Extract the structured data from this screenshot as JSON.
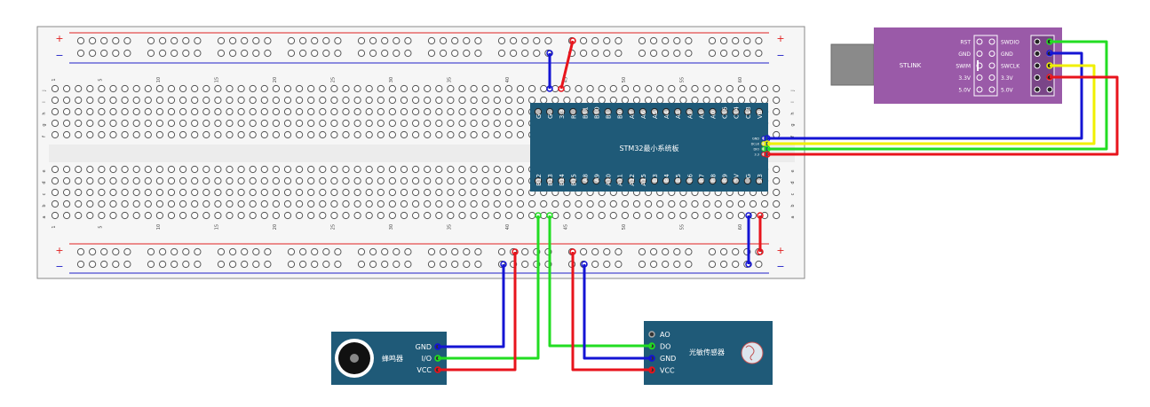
{
  "breadboard": {
    "rail_plus": "+",
    "rail_minus": "−",
    "column_numbers": [
      "1",
      "5",
      "10",
      "15",
      "20",
      "25",
      "30",
      "35",
      "40",
      "45",
      "50",
      "55",
      "60"
    ],
    "top_row_letters": [
      "j",
      "i",
      "h",
      "g",
      "f"
    ],
    "bottom_row_letters": [
      "e",
      "d",
      "c",
      "b",
      "a"
    ]
  },
  "stm32": {
    "title": "STM32最小系统板",
    "top_pins": [
      "G",
      "G",
      "3.3",
      "R",
      "B11",
      "B10",
      "B1",
      "B0",
      "A7",
      "A6",
      "A5",
      "A4",
      "A3",
      "A2",
      "A1",
      "A0",
      "C15",
      "C14",
      "C13",
      "VB"
    ],
    "bottom_pins": [
      "B12",
      "B13",
      "B14",
      "B15",
      "A8",
      "A9",
      "A10",
      "A11",
      "A12",
      "A15",
      "B3",
      "B4",
      "B5",
      "B6",
      "B7",
      "B8",
      "B9",
      "5V",
      "G",
      "3.3"
    ],
    "swd_pins": [
      "GND",
      "DCLK",
      "DIO",
      "3.3"
    ]
  },
  "stlink": {
    "name": "STLINK",
    "left_labels": [
      "RST",
      "GND",
      "SWIM",
      "3.3V",
      "5.0V"
    ],
    "right_labels": [
      "SWDIO",
      "GND",
      "SWCLK",
      "3.3V",
      "5.0V"
    ]
  },
  "buzzer": {
    "name": "蜂鸣器",
    "pins": [
      "GND",
      "I/O",
      "VCC"
    ]
  },
  "light_sensor": {
    "name": "光敏传感器",
    "pins": [
      "AO",
      "DO",
      "GND",
      "VCC"
    ]
  },
  "colors": {
    "wire_red": "#e8141c",
    "wire_blue": "#1414d4",
    "wire_green": "#22dd22",
    "wire_yellow": "#f0f000",
    "stm32_board": "#1f5a78",
    "stlink_body": "#9a5aa8",
    "module_board": "#1f5a78",
    "rail_red": "#e02020",
    "rail_blue": "#2020c8"
  }
}
